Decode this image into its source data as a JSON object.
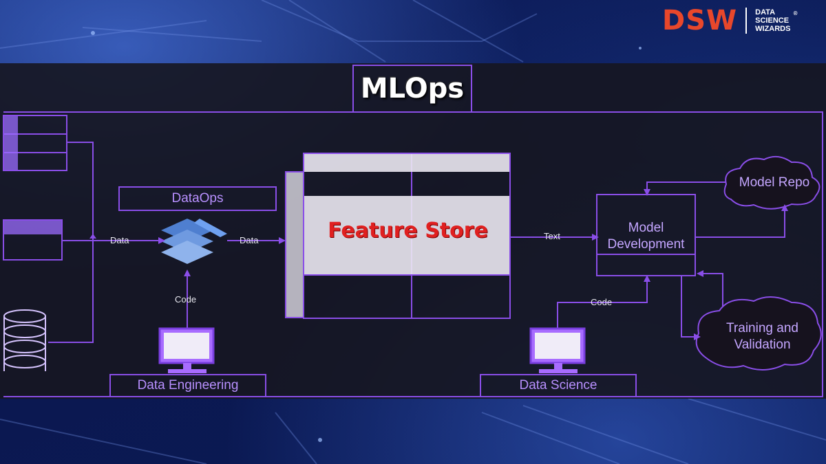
{
  "brand": {
    "logo_mark": "DSW",
    "logo_text_lines": [
      "DATA",
      "SCIENCE",
      "WIZARDS"
    ],
    "registered": "®"
  },
  "title": "MLOps",
  "dataops": {
    "label": "DataOps"
  },
  "feature_store": {
    "label": "Feature Store"
  },
  "arrows": {
    "data_in": "Data",
    "data_out": "Data",
    "code_eng": "Code",
    "text": "Text",
    "code_sci": "Code"
  },
  "nodes": {
    "data_engineering": "Data Engineering",
    "data_science": "Data Science",
    "model_development": [
      "Model",
      "Development"
    ],
    "model_repo": "Model Repo",
    "training_validation": [
      "Training and",
      "Validation"
    ]
  },
  "colors": {
    "accent_purple": "#9b5cff",
    "feature_store_text": "#e02020",
    "logo_orange": "#e8472b"
  }
}
